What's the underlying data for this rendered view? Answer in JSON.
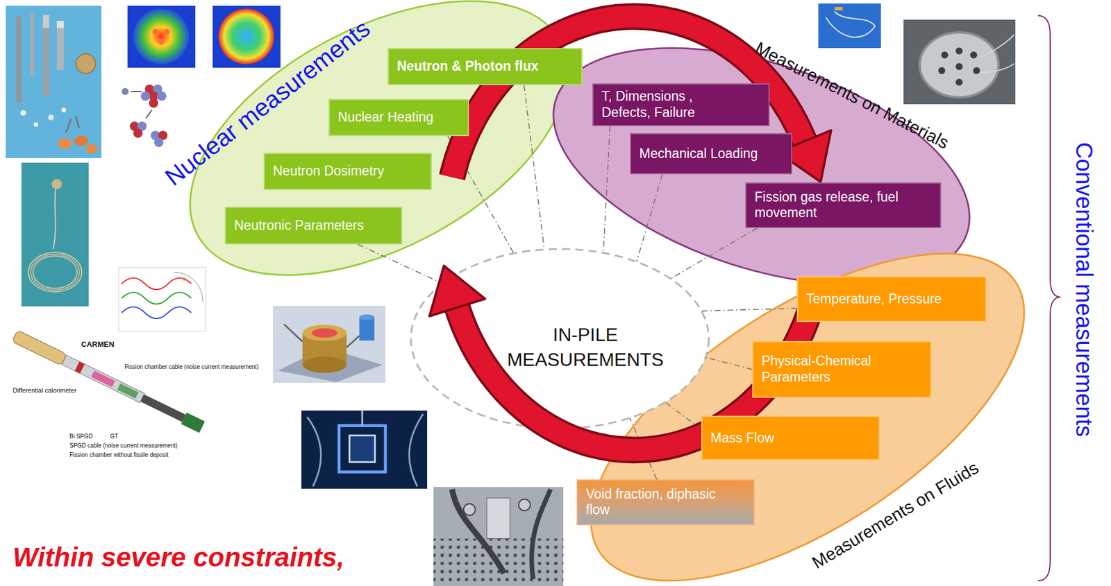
{
  "diagram": {
    "nodes": [
      {
        "text": [
          "Nuclear measurements"
        ]
      },
      {
        "text": [
          "Neutron & Photon flux"
        ],
        "in": 0
      },
      {
        "text": [
          "Nuclear Heating"
        ],
        "in": 0
      },
      {
        "text": [
          "Neutron Dosimetry"
        ],
        "in": 0
      },
      {
        "text": [
          "Neutronic Parameters"
        ],
        "in": 0
      },
      {
        "text": [
          "Measurements on Materials"
        ]
      },
      {
        "text": [
          "T, Dimensions , Defects, Failure"
        ],
        "in": 5
      },
      {
        "text": [
          "Mechanical Loading"
        ],
        "in": 5
      },
      {
        "text": [
          "Fission gas release, fuel movement"
        ],
        "in": 5
      },
      {
        "text": [
          "Measurements on Fluids"
        ]
      },
      {
        "text": [
          "Temperature, Pressure"
        ],
        "in": 9
      },
      {
        "text": [
          "Physical-Chemical Parameters"
        ],
        "in": 9
      },
      {
        "text": [
          "Mass Flow"
        ],
        "in": 9
      },
      {
        "text": [
          "Void fraction, diphasic flow"
        ],
        "in": 9
      },
      {
        "text": [
          "IN-PILE MEASUREMENTS"
        ]
      }
    ],
    "edges": [
      {
        "from": 4,
        "to": 14,
        "arrow": "none"
      },
      {
        "from": 2,
        "to": 14,
        "arrow": "none"
      },
      {
        "from": 1,
        "to": 14,
        "arrow": "none"
      },
      {
        "from": 6,
        "to": 14,
        "arrow": "none"
      },
      {
        "from": 7,
        "to": 14,
        "arrow": "none"
      },
      {
        "from": 8,
        "to": 14,
        "arrow": "none"
      },
      {
        "from": 10,
        "to": 14,
        "arrow": "none"
      },
      {
        "from": 11,
        "to": 14,
        "arrow": "none"
      },
      {
        "from": 12,
        "to": 14,
        "arrow": "none"
      },
      {
        "from": 13,
        "to": 14,
        "arrow": "none"
      }
    ],
    "labels": [
      "CARMEN",
      "Differential calorimeter",
      "Fission chamber cable (noise current measurement)",
      "Bi SPGD",
      "GT",
      "SPGD cable (noise current measurement)",
      "Fission chamber without fissile deposit",
      "Conventional measurements",
      "Within severe constraints,"
    ]
  }
}
